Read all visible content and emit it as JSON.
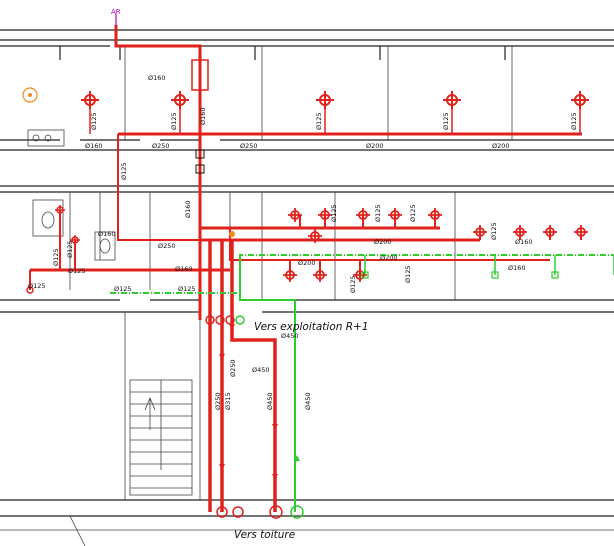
{
  "ar_label": "AR",
  "labels": {
    "vers_exploitation": "Vers exploitation R+1",
    "vers_toiture": "Vers toiture",
    "d160_a": "Ø160",
    "d160_b": "Ø160",
    "d160_c": "Ø160",
    "d160_d": "Ø160",
    "d160_e": "Ø160",
    "d160_f": "Ø160",
    "d160_g": "Ø160",
    "d160_h": "Ø160",
    "d250_a": "Ø250",
    "d250_b": "Ø250",
    "d250_c": "Ø250",
    "d250_d": "Ø250",
    "d200_a": "Ø200",
    "d200_b": "Ø200",
    "d200_c": "Ø200",
    "d200_d": "Ø200",
    "d200_e": "Ø200",
    "d125_1": "Ø125",
    "d125_2": "Ø125",
    "d125_3": "Ø125",
    "d125_4": "Ø125",
    "d125_5": "Ø125",
    "d125_6": "Ø125",
    "d125_7": "Ø125",
    "d125_8": "Ø125",
    "d125_9": "Ø125",
    "d125_10": "Ø125",
    "d125_11": "Ø125",
    "d125_12": "Ø125",
    "d125_13": "Ø125",
    "d125_14": "Ø125",
    "d125_15": "Ø125",
    "d125_16": "Ø125",
    "d125_17": "Ø125",
    "d125_18": "Ø125",
    "d450_a": "Ø450",
    "d450_b": "Ø450",
    "d450_c": "Ø450",
    "d450_d": "Ø450",
    "d315": "Ø315",
    "d250_v": "Ø250"
  },
  "colors": {
    "extract": "#e0211c",
    "supply": "#2ecc2e",
    "walls": "#222222",
    "annotation": "#f08a1c",
    "ar": "#b000c8"
  }
}
